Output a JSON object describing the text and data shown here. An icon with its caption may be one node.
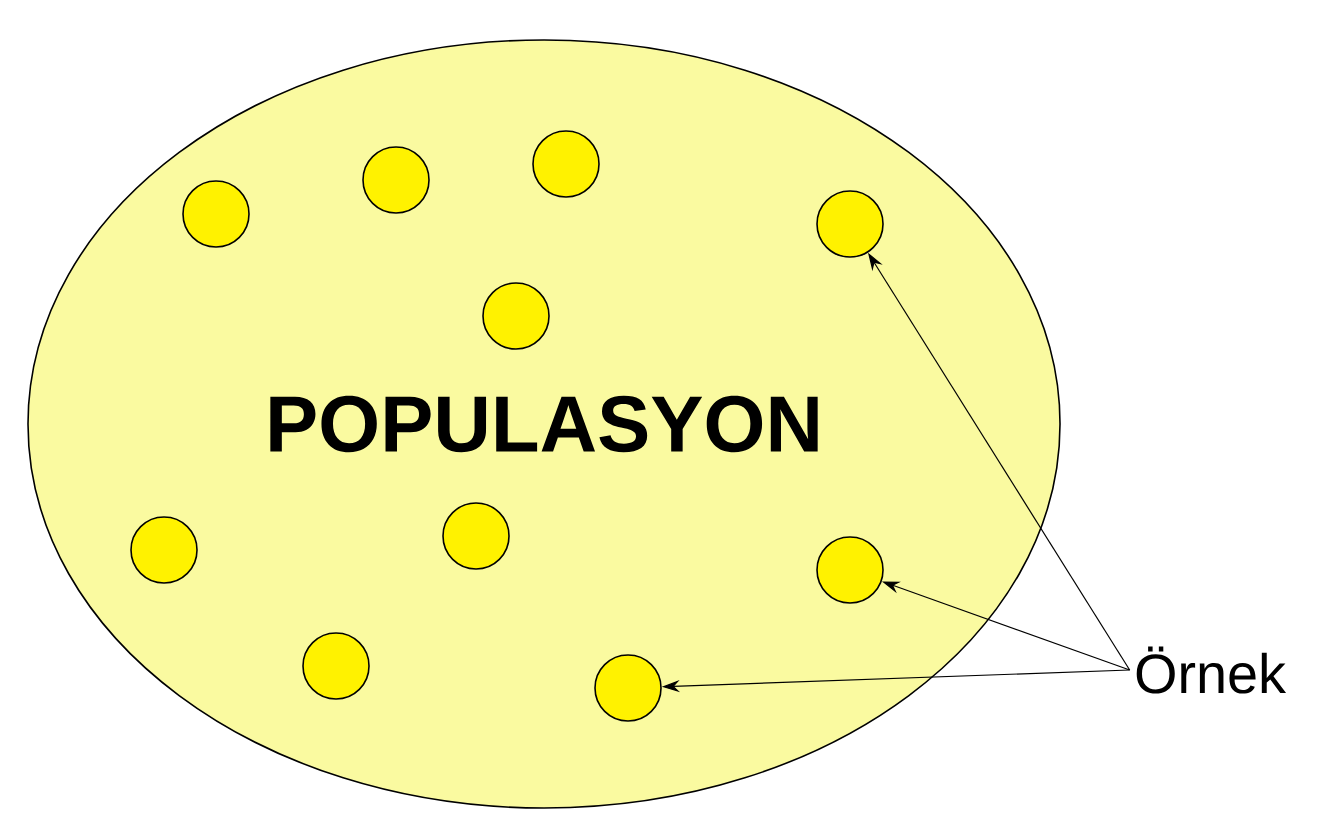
{
  "diagram": {
    "nodes": [
      {
        "text": [
          "POPULASYON"
        ]
      },
      {
        "text": [],
        "shape": "circle",
        "in": 0
      },
      {
        "text": [],
        "shape": "circle",
        "in": 0
      },
      {
        "text": [],
        "shape": "circle",
        "in": 0
      },
      {
        "text": [],
        "shape": "circle",
        "in": 0
      },
      {
        "text": [],
        "shape": "circle",
        "in": 0
      },
      {
        "text": [],
        "shape": "circle",
        "in": 0
      },
      {
        "text": [],
        "shape": "circle",
        "in": 0
      },
      {
        "text": [],
        "shape": "circle",
        "in": 0
      },
      {
        "text": [],
        "shape": "circle",
        "in": 0
      },
      {
        "text": [],
        "shape": "circle",
        "in": 0
      },
      {
        "text": [
          "Örnek"
        ]
      }
    ],
    "edges": [
      {
        "from": 11,
        "to": 4,
        "arrow": "to"
      },
      {
        "from": 11,
        "to": 8,
        "arrow": "to"
      },
      {
        "from": 11,
        "to": 10,
        "arrow": "to"
      }
    ]
  }
}
